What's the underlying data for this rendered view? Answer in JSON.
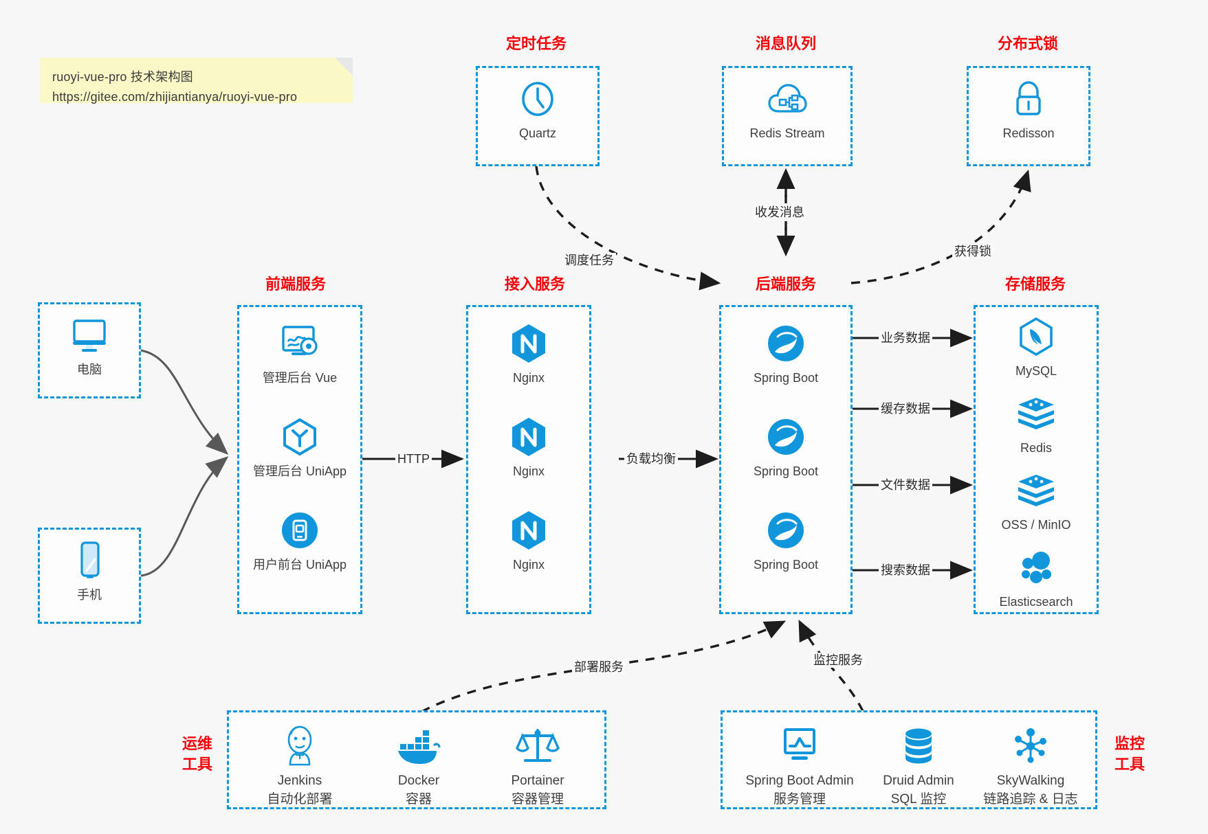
{
  "note": {
    "line1": "ruoyi-vue-pro 技术架构图",
    "line2": "https://gitee.com/zhijiantianya/ruoyi-vue-pro"
  },
  "groups": {
    "scheduler": "定时任务",
    "mq": "消息队列",
    "lock": "分布式锁",
    "frontend": "前端服务",
    "gateway": "接入服务",
    "backend": "后端服务",
    "storage": "存储服务",
    "devops_l1": "运维",
    "devops_l2": "工具",
    "monitor_l1": "监控",
    "monitor_l2": "工具"
  },
  "clients": [
    {
      "label": "电脑",
      "icon": "desktop-icon"
    },
    {
      "label": "手机",
      "icon": "mobile-icon"
    }
  ],
  "scheduler_nodes": [
    {
      "label": "Quartz",
      "icon": "clock-icon"
    }
  ],
  "mq_nodes": [
    {
      "label": "Redis Stream",
      "icon": "cloud-stream-icon"
    }
  ],
  "lock_nodes": [
    {
      "label": "Redisson",
      "icon": "lock-icon"
    }
  ],
  "frontend_nodes": [
    {
      "label": "管理后台 Vue",
      "icon": "dashboard-vue-icon"
    },
    {
      "label": "管理后台 UniApp",
      "icon": "uniapp-cube-icon"
    },
    {
      "label": "用户前台 UniApp",
      "icon": "uniapp-phone-icon"
    }
  ],
  "gateway_nodes": [
    {
      "label": "Nginx",
      "icon": "nginx-icon"
    },
    {
      "label": "Nginx",
      "icon": "nginx-icon"
    },
    {
      "label": "Nginx",
      "icon": "nginx-icon"
    }
  ],
  "backend_nodes": [
    {
      "label": "Spring Boot",
      "icon": "spring-boot-icon"
    },
    {
      "label": "Spring Boot",
      "icon": "spring-boot-icon"
    },
    {
      "label": "Spring Boot",
      "icon": "spring-boot-icon"
    }
  ],
  "storage_nodes": [
    {
      "label": "MySQL",
      "icon": "mysql-icon"
    },
    {
      "label": "Redis",
      "icon": "redis-icon"
    },
    {
      "label": "OSS / MinIO",
      "icon": "oss-icon"
    },
    {
      "label": "Elasticsearch",
      "icon": "elasticsearch-icon"
    }
  ],
  "devops_nodes": [
    {
      "label": "Jenkins",
      "sub": "自动化部署",
      "icon": "jenkins-icon"
    },
    {
      "label": "Docker",
      "sub": "容器",
      "icon": "docker-icon"
    },
    {
      "label": "Portainer",
      "sub": "容器管理",
      "icon": "portainer-scale-icon"
    }
  ],
  "monitor_nodes": [
    {
      "label": "Spring Boot Admin",
      "sub": "服务管理",
      "icon": "monitor-chart-icon"
    },
    {
      "label": "Druid Admin",
      "sub": "SQL 监控",
      "icon": "database-icon"
    },
    {
      "label": "SkyWalking",
      "sub": "链路追踪 & 日志",
      "icon": "skywalking-icon"
    }
  ],
  "edges": {
    "http": "HTTP",
    "load_balance": "负载均衡",
    "schedule_task": "调度任务",
    "send_receive_message": "收发消息",
    "acquire_lock": "获得锁",
    "business_data": "业务数据",
    "cache_data": "缓存数据",
    "file_data": "文件数据",
    "search_data": "搜索数据",
    "deploy_service": "部署服务",
    "monitor_service": "监控服务"
  },
  "colors": {
    "accent": "#1296db",
    "caption": "#f5050a",
    "note_bg": "#fbf8c8",
    "background": "#f7f7f7",
    "edge": "#1d1d1d"
  }
}
